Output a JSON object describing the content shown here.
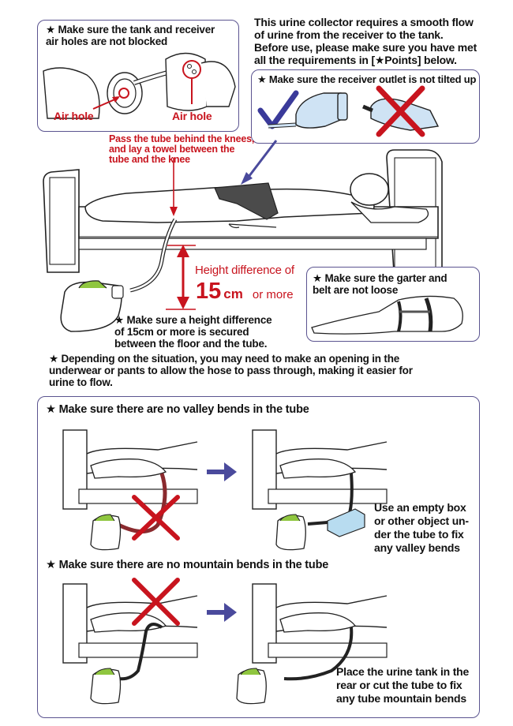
{
  "intro": {
    "text": "This urine collector requires a smooth flow\nof urine from the receiver to the tank.\nBefore use, please make sure you have met\nall the requirements in [★Points] below."
  },
  "air_holes": {
    "title": "★ Make sure the tank and receiver\n    air holes are not blocked",
    "label_left": "Air hole",
    "label_right": "Air hole"
  },
  "receiver_outlet": {
    "title": "★ Make sure the receiver outlet is not tilted up"
  },
  "knee_note": {
    "text": "Pass the tube behind the knees,\nand lay a towel between the\ntube and the knee"
  },
  "height": {
    "label": "Height difference of",
    "value": "15",
    "unit": "cm",
    "suffix": "or more",
    "note": "★ Make sure a height difference\n    of 15cm or more is secured\n    between the floor and the tube."
  },
  "garter": {
    "title": "★ Make sure the garter and\n    belt are not loose"
  },
  "opening_note": {
    "text": "★ Depending on the situation, you may need to make an opening in the\n    underwear or pants to allow the hose to pass through, making it easier for\n    urine to flow."
  },
  "bends": {
    "valley_title": "★ Make sure there are no valley bends in the tube",
    "valley_fix": "Use an empty box\nor other object un-\nder the tube to fix\nany valley bends",
    "mountain_title": "★ Make sure there are no mountain bends in the tube",
    "mountain_fix": "Place the urine tank in the\nrear or cut the tube to fix\nany tube mountain bends"
  },
  "colors": {
    "accent_border": "#5b5490",
    "arrow": "#4a4a9c",
    "warning_red": "#c8141e",
    "check_blue": "#3a3a9a",
    "receiver_blue": "#cfe3f4",
    "tank_green": "#8fc63f",
    "box_blue": "#b8dcf0"
  }
}
